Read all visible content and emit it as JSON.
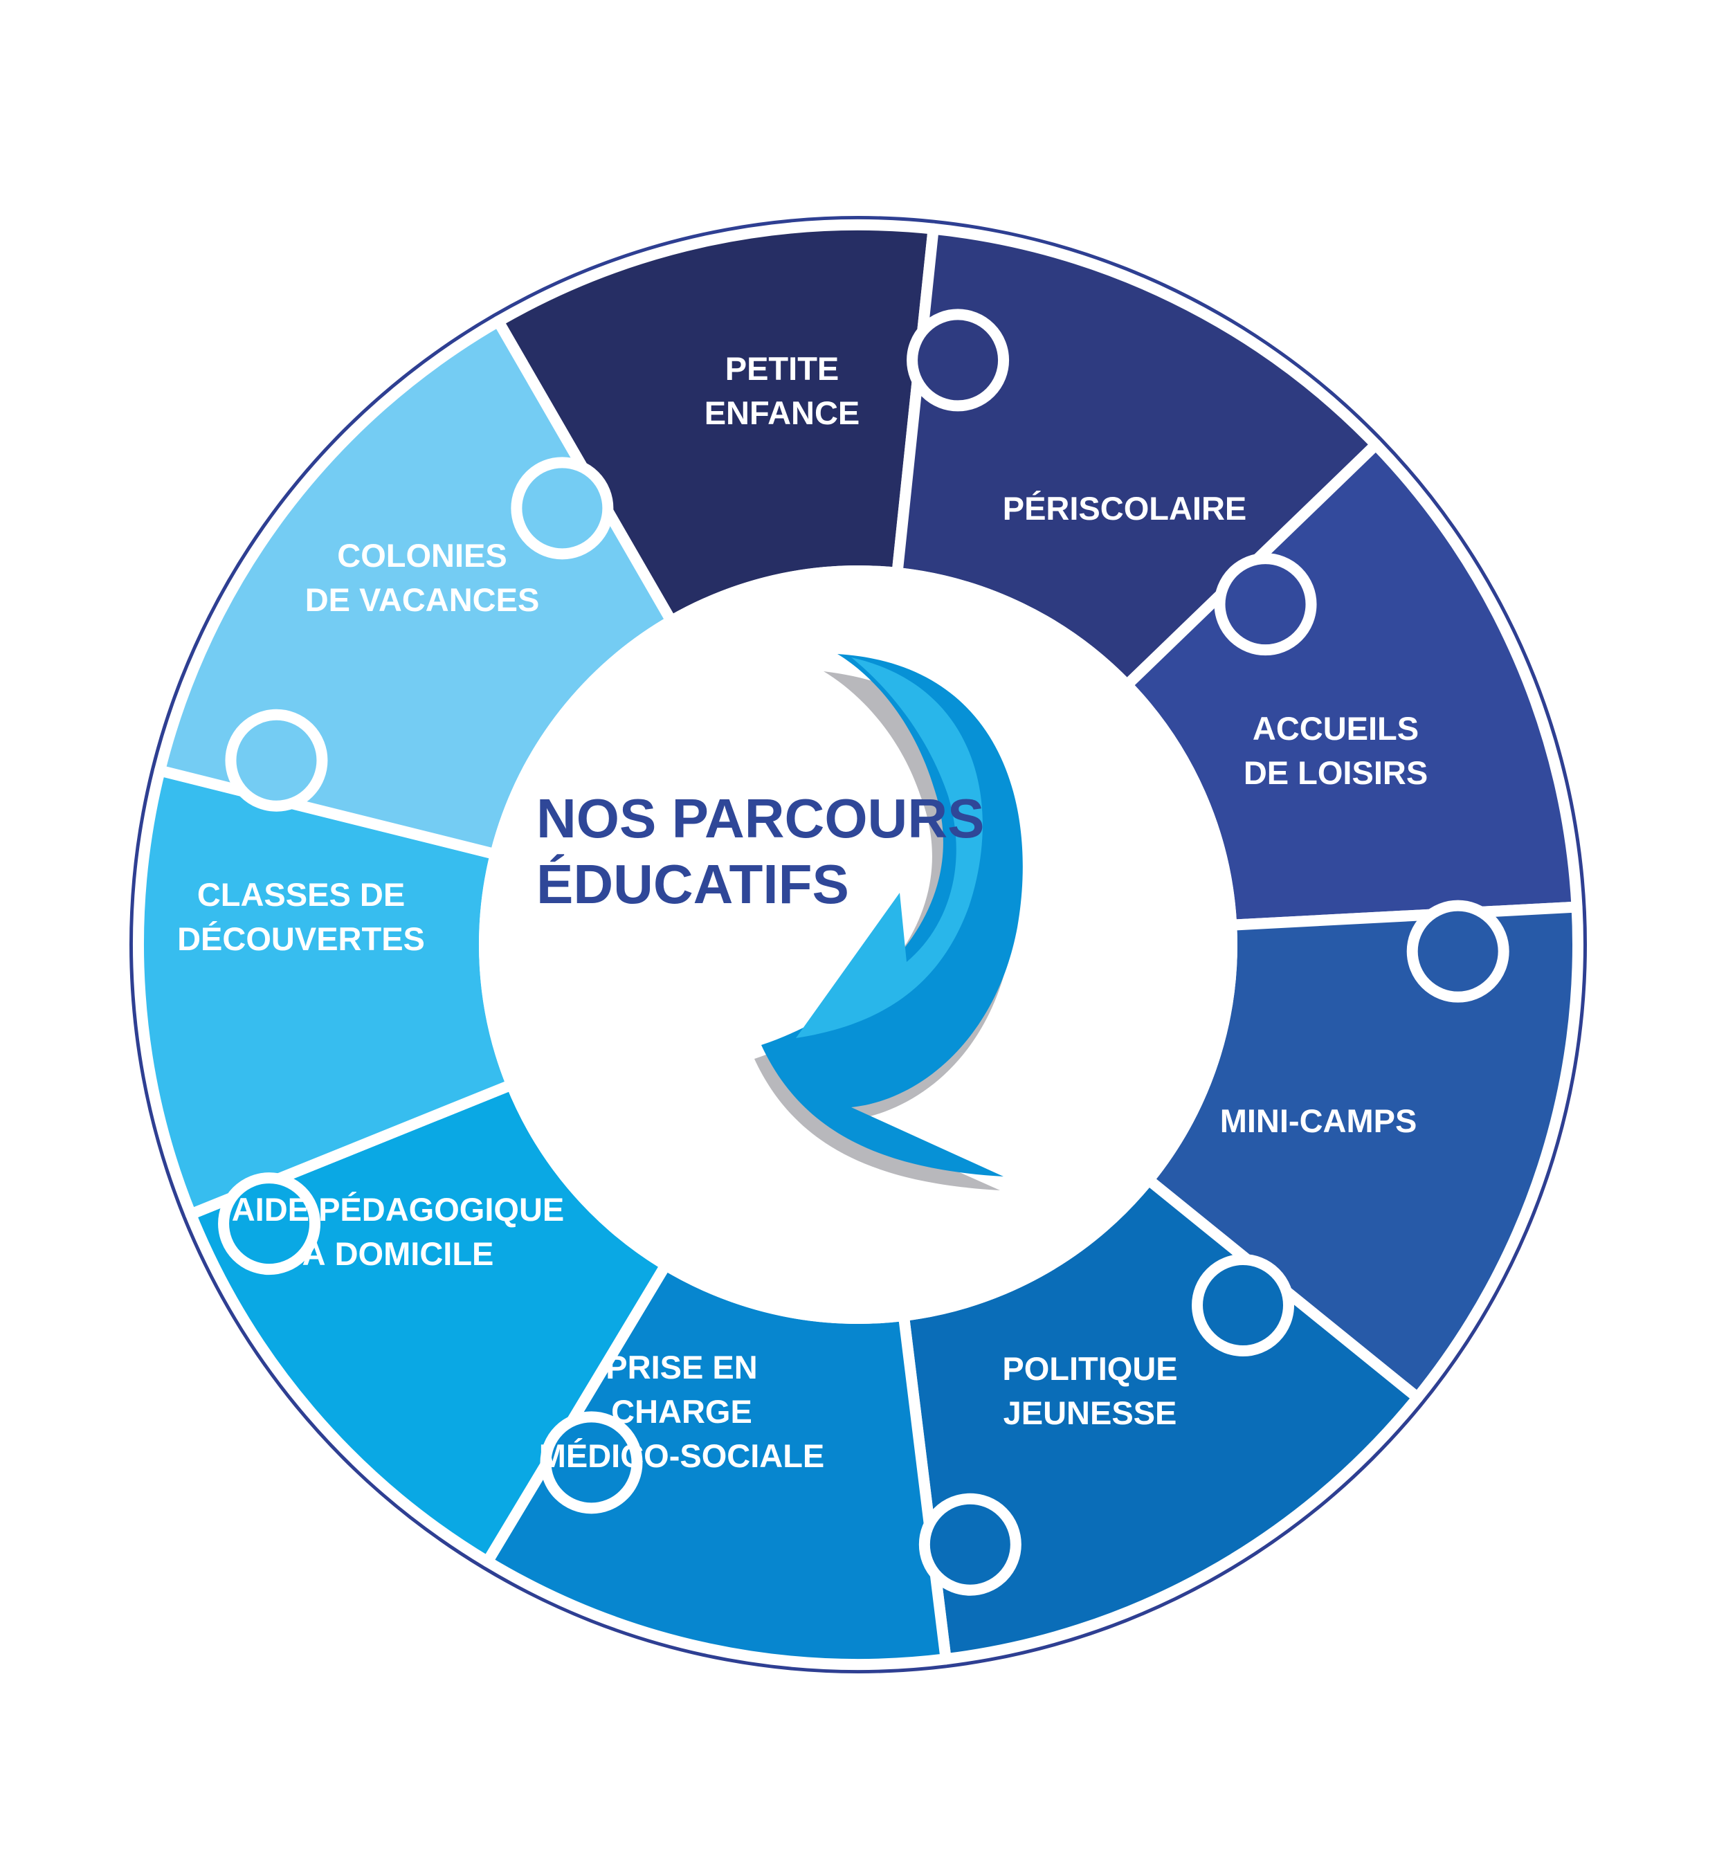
{
  "center": {
    "title_lines": [
      "NOS PARCOURS",
      "ÉDUCATIFS"
    ],
    "title_color": "#2f4798"
  },
  "colors": {
    "ring_outline": "#2e3f92",
    "separator": "#ffffff",
    "arrow_light": "#29b6ea",
    "arrow_dark": "#0791d6",
    "arrow_shadow": "#b8b8bc"
  },
  "segments": [
    {
      "id": "petite-enfance",
      "lines": [
        "PETITE",
        "ENFANCE"
      ],
      "color": "#262e64"
    },
    {
      "id": "periscolaire",
      "lines": [
        "PÉRISCOLAIRE"
      ],
      "color": "#2e3b80"
    },
    {
      "id": "accueils-de-loisirs",
      "lines": [
        "ACCUEILS",
        "DE LOISIRS"
      ],
      "color": "#334a9c"
    },
    {
      "id": "mini-camps",
      "lines": [
        "MINI-CAMPS"
      ],
      "color": "#275aa8"
    },
    {
      "id": "politique-jeunesse",
      "lines": [
        "POLITIQUE",
        "JEUNESSE"
      ],
      "color": "#0a6db8"
    },
    {
      "id": "prise-en-charge",
      "lines": [
        "PRISE EN",
        "CHARGE",
        "MÉDICO-SOCIALE"
      ],
      "color": "#0786cf"
    },
    {
      "id": "aide-pedagogique",
      "lines": [
        "AIDE PÉDAGOGIQUE",
        "À DOMICILE"
      ],
      "color": "#0aa8e4"
    },
    {
      "id": "classes-de-decouvertes",
      "lines": [
        "CLASSES DE",
        "DÉCOUVERTES"
      ],
      "color": "#37bdef"
    },
    {
      "id": "colonies-de-vacances",
      "lines": [
        "COLONIES",
        "DE VACANCES"
      ],
      "color": "#74ccf3"
    }
  ]
}
